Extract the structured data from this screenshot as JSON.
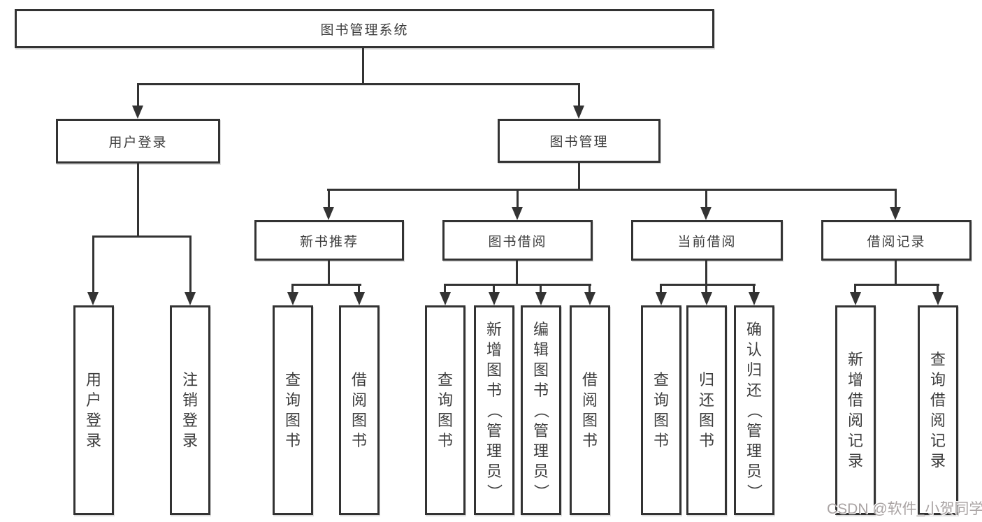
{
  "diagram": {
    "root": {
      "label": "图书管理系统"
    },
    "branches": [
      {
        "label": "用户登录",
        "children": [
          {
            "label": "用户登录"
          },
          {
            "label": "注销登录"
          }
        ]
      },
      {
        "label": "图书管理",
        "children": [
          {
            "label": "新书推荐",
            "children": [
              {
                "label": "查询图书"
              },
              {
                "label": "借阅图书"
              }
            ]
          },
          {
            "label": "图书借阅",
            "children": [
              {
                "label": "查询图书"
              },
              {
                "label": "新增图书（管理员）"
              },
              {
                "label": "编辑图书（管理员）"
              },
              {
                "label": "借阅图书"
              }
            ]
          },
          {
            "label": "当前借阅",
            "children": [
              {
                "label": "查询图书"
              },
              {
                "label": "归还图书"
              },
              {
                "label": "确认归还（管理员）"
              }
            ]
          },
          {
            "label": "借阅记录",
            "children": [
              {
                "label": "新增借阅记录"
              },
              {
                "label": "查询借阅记录"
              }
            ]
          }
        ]
      }
    ]
  },
  "watermark": {
    "text": "CSDN @软件_小贺同学"
  },
  "colors": {
    "line": "#333333",
    "text": "#3d3d3d",
    "background": "#ffffff",
    "watermark": "#a9a3a3"
  }
}
